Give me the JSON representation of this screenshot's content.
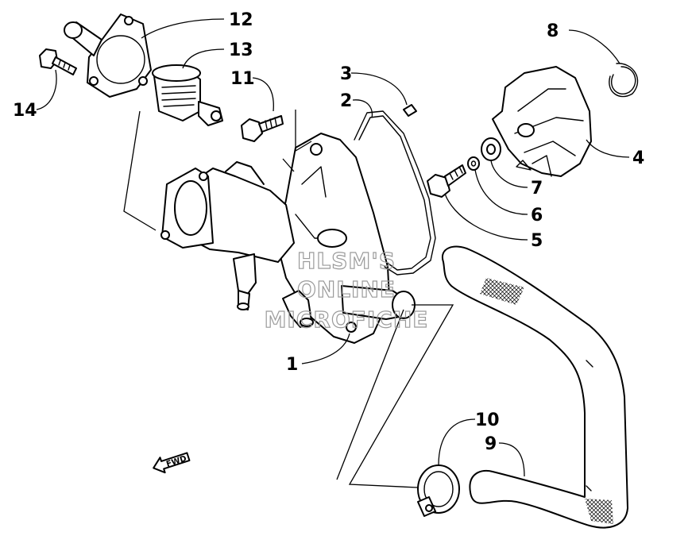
{
  "callouts": [
    {
      "id": "1",
      "label": "1"
    },
    {
      "id": "2",
      "label": "2"
    },
    {
      "id": "3",
      "label": "3"
    },
    {
      "id": "4",
      "label": "4"
    },
    {
      "id": "5",
      "label": "5"
    },
    {
      "id": "6",
      "label": "6"
    },
    {
      "id": "7",
      "label": "7"
    },
    {
      "id": "8",
      "label": "8"
    },
    {
      "id": "9",
      "label": "9"
    },
    {
      "id": "10",
      "label": "10"
    },
    {
      "id": "11",
      "label": "11"
    },
    {
      "id": "12",
      "label": "12"
    },
    {
      "id": "13",
      "label": "13"
    },
    {
      "id": "14",
      "label": "14"
    }
  ],
  "watermark": [
    "HLSM'S",
    "ONLINE",
    "MICROFICHE"
  ],
  "direction_arrow": "FWD"
}
